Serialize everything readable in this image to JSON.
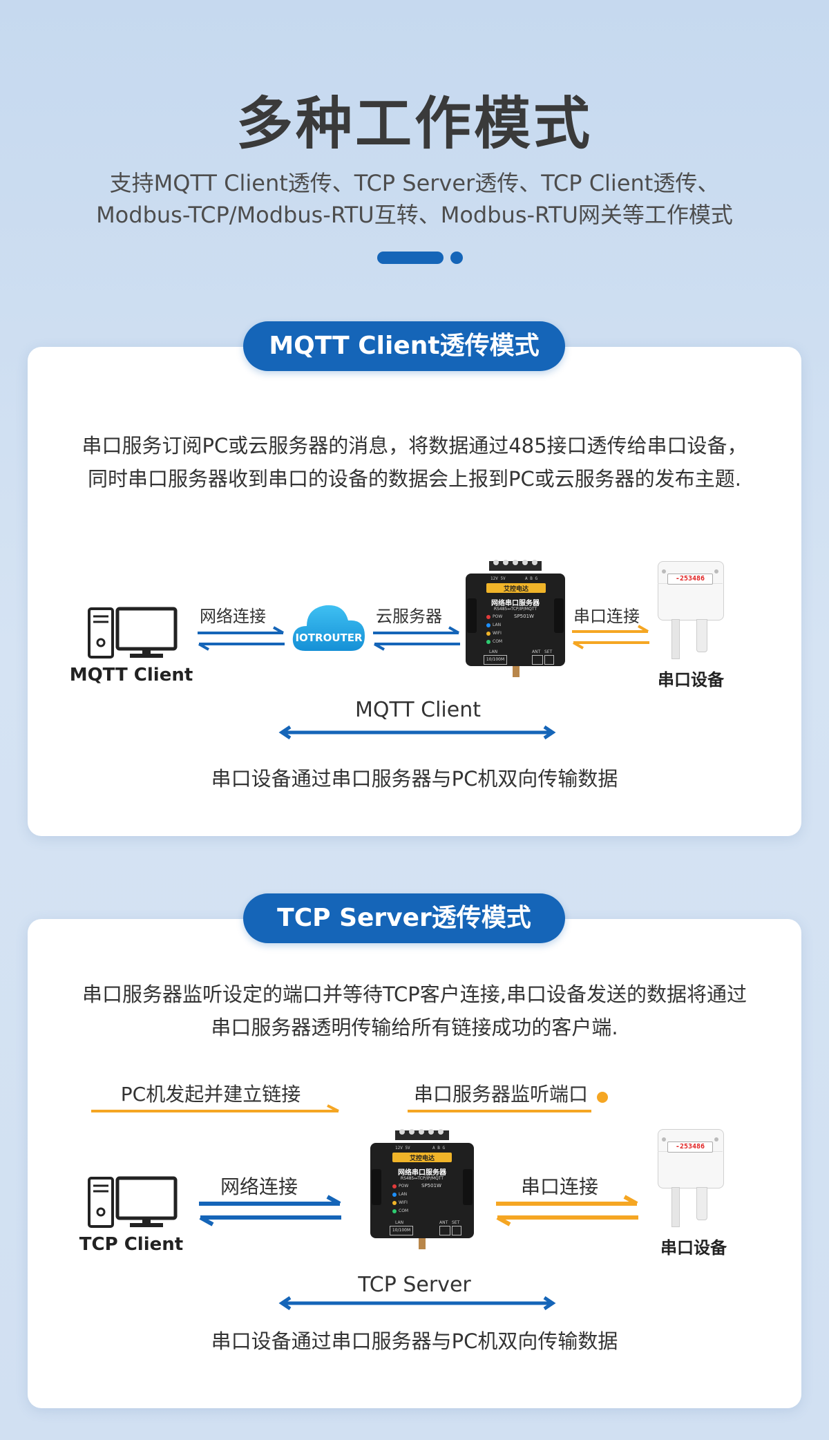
{
  "header": {
    "title": "多种工作模式",
    "subtitle_line1": "支持MQTT Client透传、TCP Server透传、TCP Client透传、",
    "subtitle_line2": "Modbus-TCP/Modbus-RTU互转、Modbus-RTU网关等工作模式"
  },
  "colors": {
    "primary": "#1565b8",
    "accent": "#f5a623",
    "cloud": "#1aa3e6"
  },
  "mqtt": {
    "badge": "MQTT Client透传模式",
    "desc_line1": "串口服务订阅PC或云服务器的消息，将数据通过485接口透传给串口设备，",
    "desc_line2": "同时串口服务器收到串口的设备的数据会上报到PC或云服务器的发布主题.",
    "client_label": "MQTT Client",
    "network_label": "网络连接",
    "cloud_brand": "IOTROUTER",
    "cloud_server_label": "云服务器",
    "serial_conn_label": "串口连接",
    "device_label": "串口设备",
    "arrow_label": "MQTT Client",
    "footer": "串口设备通过串口服务器与PC机双向传输数据"
  },
  "tcp": {
    "badge": "TCP Server透传模式",
    "desc_line1": "串口服务器监听设定的端口并等待TCP客户连接,串口设备发送的数据将通过",
    "desc_line2": "串口服务器透明传输给所有链接成功的客户端.",
    "pc_init_label": "PC机发起并建立链接",
    "listen_label": "串口服务器监听端口",
    "network_label": "网络连接",
    "serial_conn_label": "串口连接",
    "client_label": "TCP Client",
    "device_label": "串口设备",
    "arrow_label": "TCP Server",
    "footer": "串口设备通过串口服务器与PC机双向传输数据"
  },
  "router": {
    "name": "网络串口服务器",
    "sub": "RS485↔TCP/IP/MQTT",
    "model": "SP501W",
    "brand": "艾控电达",
    "leds": [
      "POW",
      "LAN",
      "WIFI",
      "COM"
    ],
    "port_lan": "LAN",
    "port_speed": "10/100M",
    "port_ant": "ANT",
    "port_set": "SET",
    "top_left": "12V  5V",
    "top_right": "A  B  G"
  },
  "sensor": {
    "reading": "-253486"
  }
}
